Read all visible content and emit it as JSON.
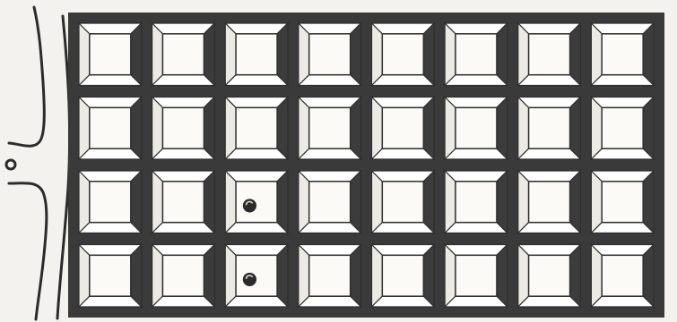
{
  "board": {
    "rows": 4,
    "cols": 8,
    "tokens": [
      {
        "row": 2,
        "col": 2
      },
      {
        "row": 3,
        "col": 2
      }
    ]
  },
  "colors": {
    "frame": "#3a3a3a",
    "face": "#f7f6f2",
    "ink": "#2b2b2b"
  }
}
